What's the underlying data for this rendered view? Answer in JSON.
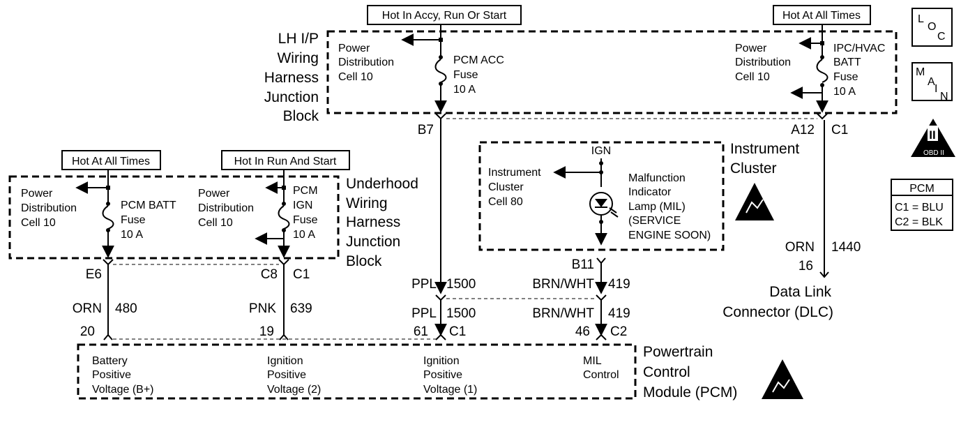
{
  "hot_labels": {
    "accy_run_start": "Hot In Accy, Run Or Start",
    "at_all_times_top": "Hot At All Times",
    "at_all_times_left": "Hot At All Times",
    "run_and_start": "Hot In Run And Start"
  },
  "lh_ip_block": [
    "LH I/P",
    "Wiring",
    "Harness",
    "Junction",
    "Block"
  ],
  "underhood_block": [
    "Underhood",
    "Wiring",
    "Harness",
    "Junction",
    "Block"
  ],
  "pdc_label": [
    "Power",
    "Distribution",
    "Cell 10"
  ],
  "fuses": {
    "pcm_acc": [
      "PCM ACC",
      "Fuse",
      "10 A"
    ],
    "ipc_hvac": [
      "IPC/HVAC",
      "BATT",
      "Fuse",
      "10 A"
    ],
    "pcm_batt": [
      "PCM BATT",
      "Fuse",
      "10 A"
    ],
    "pcm_ign": [
      "PCM",
      "IGN",
      "Fuse",
      "10 A"
    ]
  },
  "instrument_cluster": {
    "title": [
      "Instrument",
      "Cluster"
    ],
    "ign": "IGN",
    "cell": [
      "Instrument",
      "Cluster",
      "Cell 80"
    ],
    "lamp": [
      "Malfunction",
      "Indicator",
      "Lamp (MIL)",
      "(SERVICE",
      "ENGINE SOON)"
    ]
  },
  "connectors": {
    "b7": "B7",
    "a12": "A12",
    "c1_top": "C1",
    "e6": "E6",
    "c8": "C8",
    "c1_mid": "C1",
    "b11": "B11",
    "pin61": "61",
    "c1_pcm": "C1",
    "pin46": "46",
    "c2_pcm": "C2",
    "pin20": "20",
    "pin19": "19",
    "pin16": "16"
  },
  "wires": {
    "ppl1": "PPL",
    "n1500a": "1500",
    "ppl2": "PPL",
    "n1500b": "1500",
    "brn1": "BRN/WHT",
    "n419a": "419",
    "brn2": "BRN/WHT",
    "n419b": "419",
    "orn_l": "ORN",
    "n480": "480",
    "pnk": "PNK",
    "n639": "639",
    "orn_r": "ORN",
    "n1440": "1440"
  },
  "dlc": [
    "Data Link",
    "Connector (DLC)"
  ],
  "pcm_module": {
    "title": [
      "Powertrain",
      "Control",
      "Module (PCM)"
    ],
    "battery": [
      "Battery",
      "Positive",
      "Voltage (B+)"
    ],
    "ign2": [
      "Ignition",
      "Positive",
      "Voltage (2)"
    ],
    "ign1": [
      "Ignition",
      "Positive",
      "Voltage (1)"
    ],
    "mil": [
      "MIL",
      "Control"
    ]
  },
  "side_icons": {
    "loc": [
      "L",
      "O",
      "C"
    ],
    "main": [
      "M",
      "A",
      "I",
      "N"
    ],
    "obd": "OBD II",
    "obd_mark": "II"
  },
  "pcm_legend": {
    "title": "PCM",
    "c1": "C1 = BLU",
    "c2": "C2 = BLK"
  }
}
